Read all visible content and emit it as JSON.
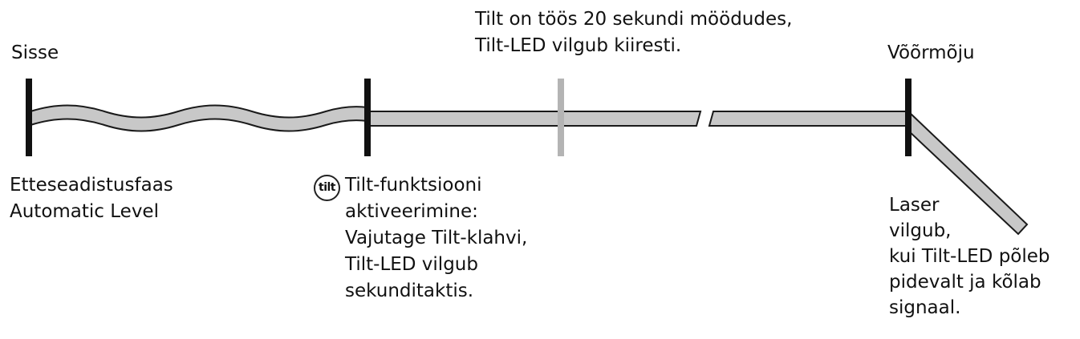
{
  "labels": {
    "power_on": "Sisse",
    "setup_phase": [
      "Etteseadistusfaas",
      "Automatic Level"
    ],
    "tilt_activation": [
      "Tilt-funktsiooni",
      "aktiveerimine:",
      "Vajutage Tilt-klahvi,",
      "Tilt-LED vilgub",
      "sekunditaktis."
    ],
    "tilt_active": [
      "Tilt on töös 20 sekundi möödudes,",
      "Tilt-LED vilgub kiiresti."
    ],
    "interference": "Võõrmõju",
    "laser_result": [
      "Laser",
      "vilgub,",
      "kui Tilt-LED põleb",
      "pidevalt ja kõlab",
      "signaal."
    ]
  },
  "icons": {
    "tilt_badge": "tilt"
  },
  "colors": {
    "band_fill": "#c8c8c8",
    "band_stroke": "#1a1a1a",
    "marker": "#111111",
    "marker_gray": "#b4b4b4"
  }
}
